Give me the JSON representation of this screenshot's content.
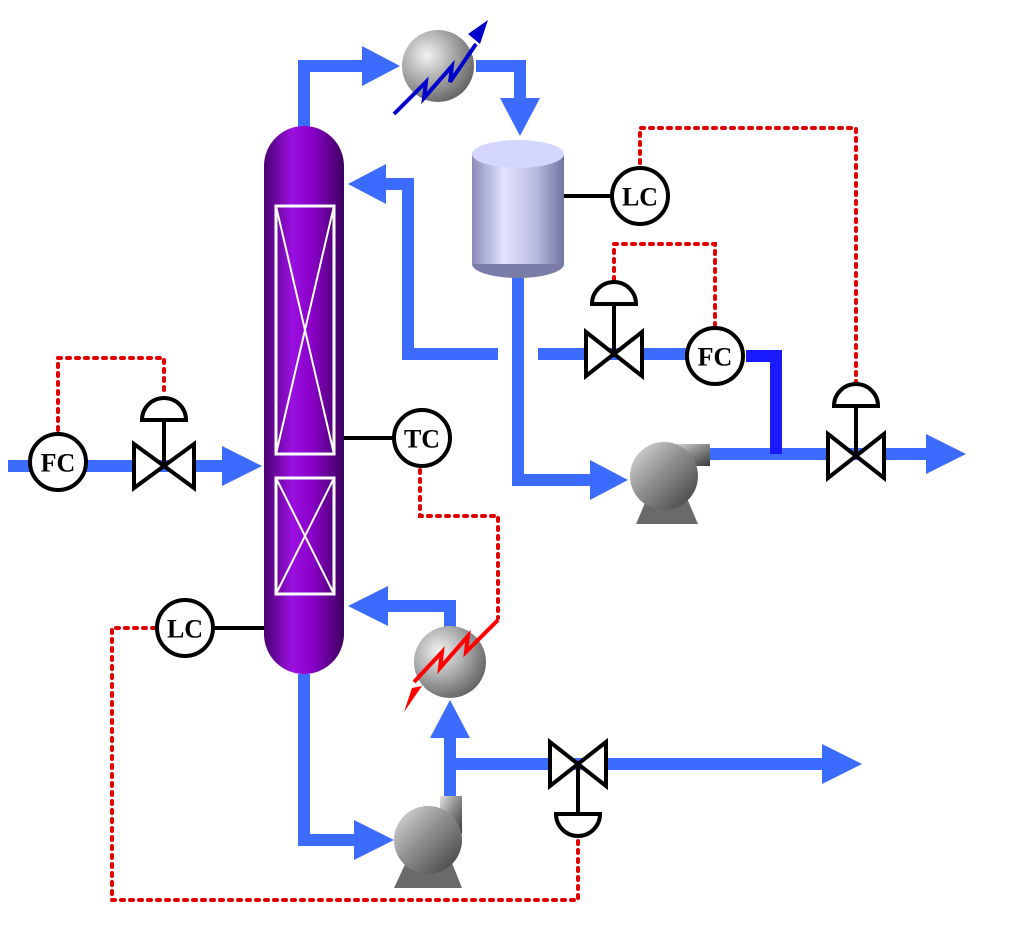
{
  "colors": {
    "process_line": "#3b6cff",
    "process_line_dark": "#1a1aff",
    "signal_line": "#e00000",
    "column": "#8a00c8",
    "cooling_arrow": "#0000cc",
    "heating_arrow": "#ff0000"
  },
  "instruments": {
    "feed_flow": "FC",
    "reflux_flow": "FC",
    "drum_level": "LC",
    "bottoms_level": "LC",
    "column_temp": "TC"
  }
}
